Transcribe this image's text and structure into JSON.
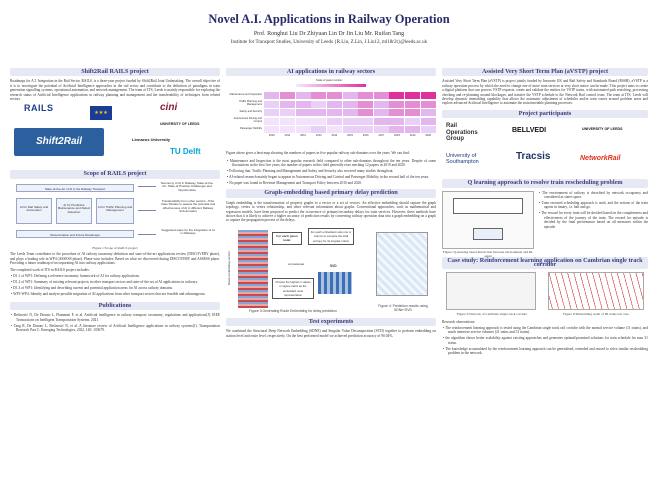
{
  "header": {
    "title": "Novel A.I. Applications in Railway Operation",
    "authors": "Prof. Ronghui Liu    Dr Zhiyuan Lin    Dr Jin Liu    Mr. Ruifan Tang",
    "institute": "Institute for Transport Studies, University of Leeds  {R.Liu, Z.Lin, J.Liu12, ml18r2t}@leeds.ac.uk"
  },
  "left": {
    "s2r_title": "Shift2Rail RAILS project",
    "s2r_text": "Roadmaps for A.I. Integration in the Rail Sector, RAILS, is a three-year project funded by Shift2Rail Joint Undertaking. The overall objective of it is to investigate the potential of Artificial Intelligence approaches in the rail sector and contribute to the definition of paradigms in train generation signalling systems, operational automation, and network management. The team of ITS, Leeds is mainly responsible for exploring the research status of Artificial Intelligence applications in railway planning and management and the transferability of techniques from related sectors.",
    "logos": [
      "RAILS",
      "Shift2Rail",
      "cini",
      "UNIVERSITY OF LEEDS",
      "Linnaeus University",
      "TU Delft"
    ],
    "scope_title": "Scope of RAILS project",
    "scope_fig": {
      "top": "State-of-the-Art of AI in the Railway Transport",
      "top_right": "Taxonomy of AI in Railway, State-of-the-Art, State-of-Practice Challenges and Opportunities",
      "boxes": [
        "AI for Rail Safety and Automation",
        "AI for Predictive Maintenance and Defect Detection",
        "AI for Traffic Planning and Management"
      ],
      "mid_right": "Transferability from other sectors - Pilot Case Studies to assess the potential and effectiveness of AI in different Railway Sub-domains",
      "bottom": "Dissemination and Future Roadmaps",
      "bottom_right": "Suggested steps for the integration of AI in Railways",
      "caption": "Figure 1:Scope of RAILS project"
    },
    "scope_text": "The Leeds Team contributes to the procedure of AI railway taxonomy definition and state-of-the-art applications review (DISCOVERY phase), and plays a leading role in WP4 (ASSESS phase). Phase-wise includes: Based on what we discovered during DISCOVERY and ASSESS phase. Providing a future roadmap of incorporating AI into railway applications.",
    "deliverables_intro": "The completed work of ITS in RAILS project includes:",
    "deliverables": [
      "D1.1 of WP1: Defining a reference taxonomy framework of AI for railway applications.",
      "D1.2 of WP1: Summary of existing relevant projects in other transport sectors and state-of-the-art of AI applications in railways.",
      "D1.3 of WP1: Identifying and describing current and potential application areas for AI across railway domains.",
      "WP3-WP4: Identify and analyse possible migration of AI applications from other transport sectors that are feasible and advantageous."
    ],
    "pub_title": "Publications",
    "publications": [
      "Bešinović N, De Donato L, Flammini F, et al. Artificial intelligence in railway transport: taxonomy, regulations and applications[J]. IEEE Transactions on Intelligent Transportation Systems, 2021.",
      "Tang R, De Donato L, Bešinović N, et al. A literature review of Artificial Intelligence applications in railway systems[J]. Transportation Research Part C: Emerging Technologies, 2022, 140: 103679."
    ]
  },
  "middle": {
    "ai_title": "AI applications in railway sectors",
    "heatmap_ylabels": [
      "Maintenance and Inspection",
      "Traffic Planning and Management",
      "Safety and Security",
      "Autonomous Driving and Control",
      "Passenger Mobility"
    ],
    "heatmap_years": [
      "2010",
      "2011",
      "2012",
      "2013",
      "2014",
      "2015",
      "2016",
      "2017",
      "2018",
      "2019",
      "2020"
    ],
    "heatmap_legend": "Scale of paper number",
    "ai_caption": "Figure above gives a heat map showing the numbers of papers in five popular railway sub-domains over the years. We can find:",
    "ai_bullets": [
      "Maintenance and Inspection is the most popular research field compared to other sub-domains throughout the ten years. Despite of some fluctuations in the first five years, the number of papers in this field generally rises reaching 12 papers in 2019 and 2020.",
      "Following that, Traffic Planning and Management and Safety and Security also received many studies throughout.",
      "AI-related research mainly began to appear in Autonomous Driving and Control and Passenger Mobility in the second half of the ten years.",
      "No paper was found in Revenue Management and Transport Policy between 2010 and 2020."
    ],
    "graph_title": "Graph-embedding based primary delay prediction",
    "graph_text": "Graph embedding is the transformation of property graphs to a vector or a set of vectors. An effective embedding should capture the graph topology, vertex to vertex relationship, and other relevant information about graphs. Conventional approaches, such as mathematical and regression models, have been proposed to predict the occurrence of primary/secondary delays for train services. However, these methods have shown that it is likely to achieve a higher accuracy of prediction results by converting railway operation data into a graph embedding on a graph to capture the propagation process of the delays.",
    "graph_labels": {
      "each_node": "For each given node:",
      "compute": "For each embedded node row or column to compute the total entropy for its singular matrix",
      "highest": "Choose the highest n values in sigma matrix as the embedded route representation",
      "concatenate": "concatenate",
      "svd": "SVD",
      "ylabel": "Route embedding vectors"
    },
    "graph_caption1": "Figure 3:Generating Route Embedding for delay prediction",
    "graph_caption2": "Figure 4: Prediction results using SDNe+SVD",
    "test_title": "Test experiments",
    "test_text": "We combined the Structural Deep Network Embedding (SDNE) and Singular Value Decomposition (SVD) together to perform embedding on station level and route level, respectively. On the best performed model we achieved prediction accuracy of 90.04%."
  },
  "right": {
    "vstp_title": "Assisted Very Short Term Plan (aVSTP) project",
    "vstp_text": "Assisted Very Short Term Plan (aVSTP) is project jointly funded by Innovate UK and Rail Safety and Standards Board (RSSB). aVSTP is a railway operation process by which the need to change one of more train services at very short notice can be made. This project aims to create a digital platform that can process VSTP requests, create and validate the entities for VSTP trains, with automated path searching, processing checking and re-planning around blockages, and transfer the VSTP schedule to the Network Rail control team. The team at ITS, Leeds will develop dynamic timetabling capability that allows the automatic adjustment of schedules and/or train routes around problem areas and explore advanced Artificial Intelligence to automate the train timetable planning processes.",
    "partners_title": "Project participants",
    "partners": [
      "Rail Operations Group",
      "BELLVEDI",
      "UNIVERSITY OF LEEDS",
      "University of Southampton",
      "Tracsis",
      "NetworkRail"
    ],
    "q_title": "Q learning approach to resolve train rescheduling problem",
    "q_bullets": [
      "The environment of railway is described by network occupancy and considered as states space.",
      "Train rerouted scheduling approach is used, and the actions of the train agents in timary, i.e. halt and go.",
      "The reward for every train will be decided based on the completeness and effectiveness of the journey of the train. The reward for episode is decided by the final performance based on all measures within the episode."
    ],
    "q_caption": "Figure: Q-learning based interaction between environment and RL agent",
    "case_title": "Case study: Reinforcement learning application on Cambrian single track corridor",
    "case_cap1": "Figure 5:Network of Cambrian single track corridor",
    "case_cap2": "Figure 6:Timetabling result of 89 trains test case",
    "obs_title": "Research observations:",
    "obs": [
      "The reinforcement learning approach is tested using the Cambrian single track rail corridor with the normal service volume (11 trains), and much intensive service volumes (21 trains and 31 trains).",
      "the algorithm shows better scalability against existing approaches and generates optimal/promised solutions for train schedule for max 31 trains.",
      "The knowledge accumulated by the reinforcement learning approach can be generalised, extended and reused to solve similar rescheduling problem in the network."
    ]
  },
  "colors": {
    "title": "#2a2a6a",
    "section_bg": "#e6e9f4",
    "heat_low": "#f6e8ff",
    "heat_high": "#e0309a"
  }
}
